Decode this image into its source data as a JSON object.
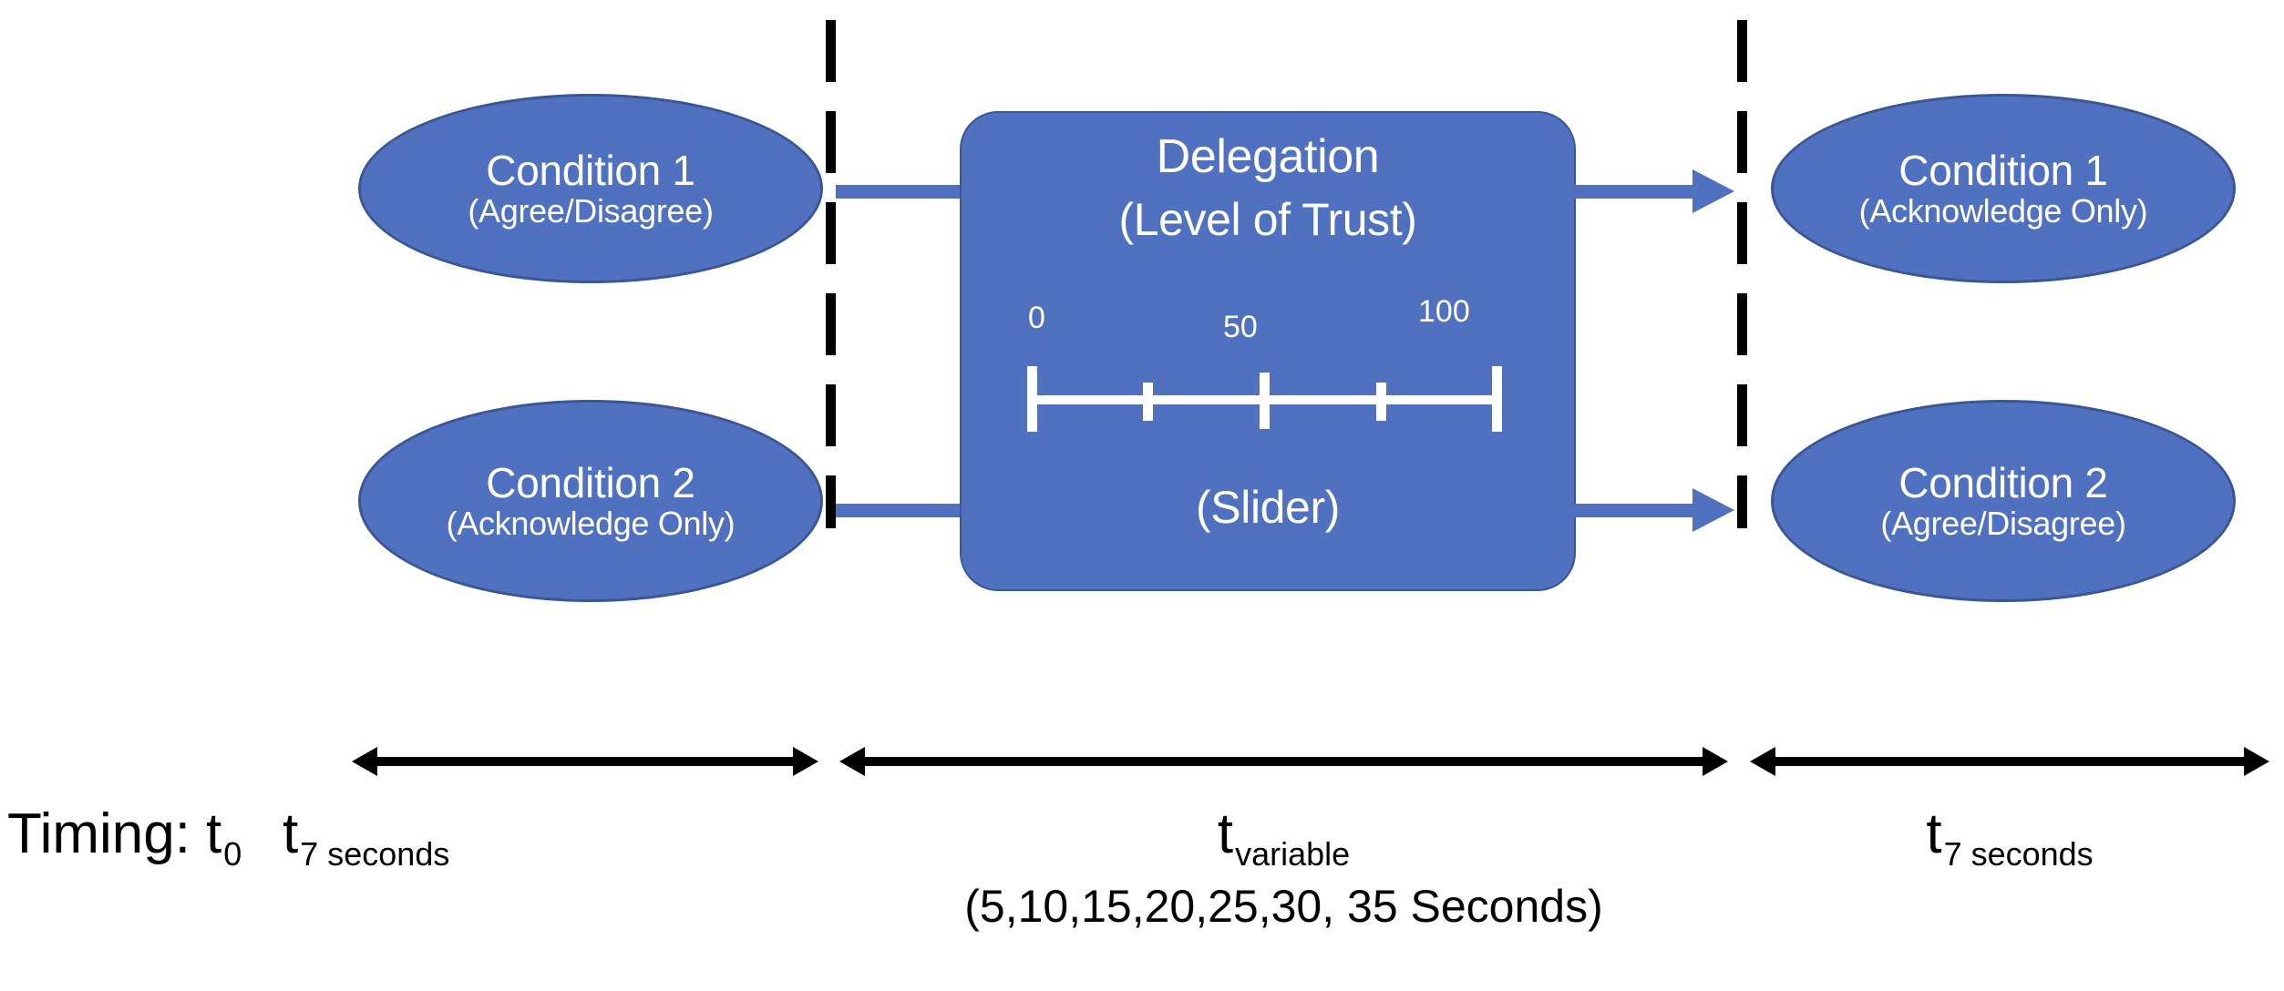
{
  "colors": {
    "node_fill": "#4F71BF",
    "node_border": "#3A5694",
    "node_text": "#FFFFFF",
    "divider": "#000000",
    "timing_text": "#000000"
  },
  "left_column": {
    "nodes": [
      {
        "title": "Condition 1",
        "subtitle": "(Agree/Disagree)"
      },
      {
        "title": "Condition 2",
        "subtitle": "(Acknowledge Only)"
      }
    ]
  },
  "center": {
    "title": "Delegation",
    "subtitle": "(Level of Trust)",
    "slider_caption": "(Slider)",
    "scale": {
      "min_label": "0",
      "mid_label": "50",
      "max_label": "100",
      "tick_values": [
        0,
        25,
        50,
        75,
        100
      ]
    }
  },
  "right_column": {
    "nodes": [
      {
        "title": "Condition 1",
        "subtitle": "(Acknowledge Only)"
      },
      {
        "title": "Condition 2",
        "subtitle": "(Agree/Disagree)"
      }
    ]
  },
  "timing": {
    "label": "Timing:",
    "marks": [
      {
        "base": "t",
        "sub": "0"
      },
      {
        "base": "t",
        "sub": "7 seconds"
      }
    ],
    "middle": {
      "base": "t",
      "sub": "variable"
    },
    "middle_values": "(5,10,15,20,25,30, 35 Seconds)",
    "right": {
      "base": "t",
      "sub": "7 seconds"
    }
  }
}
